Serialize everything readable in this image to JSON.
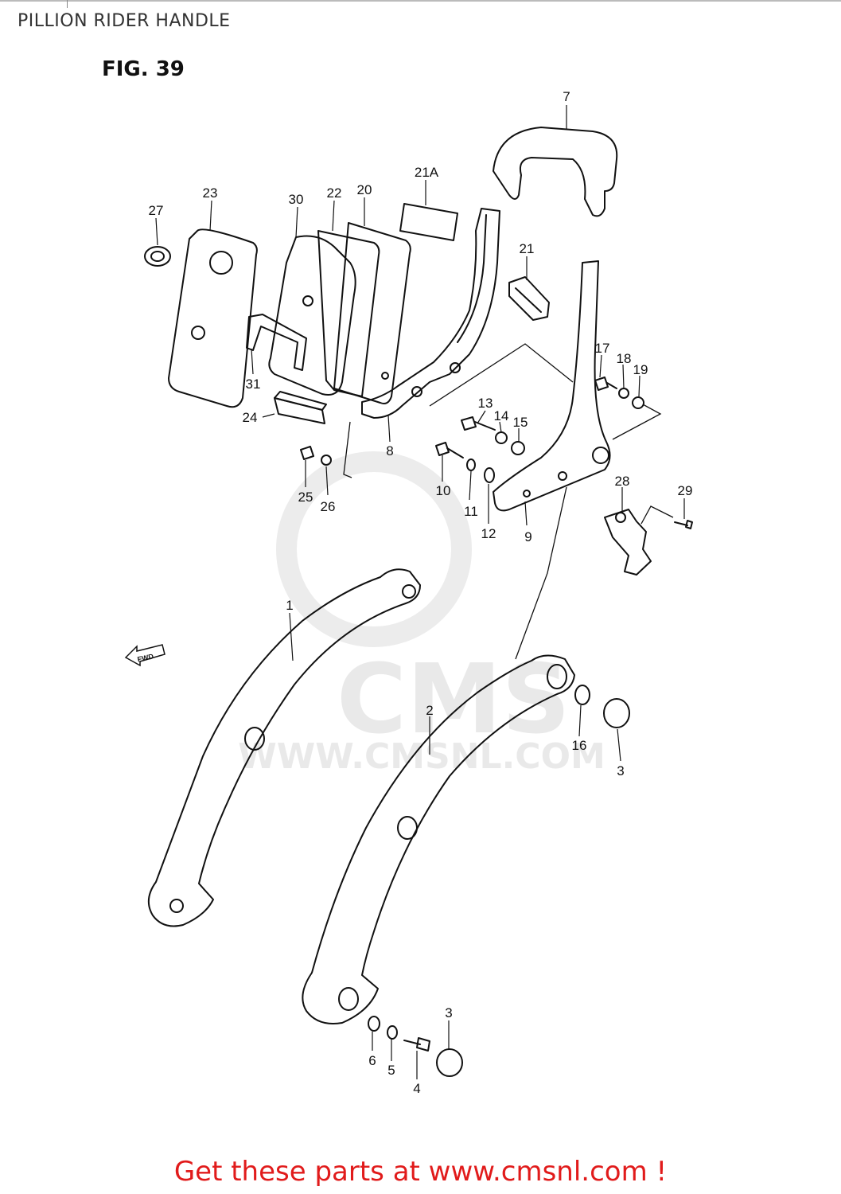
{
  "header": {
    "title": "PILLION RIDER HANDLE"
  },
  "figure": {
    "label": "FIG. 39"
  },
  "watermark": {
    "brand": "CMS",
    "url": "WWW.CMSNL.COM"
  },
  "fwd_arrow": {
    "label": "FWD"
  },
  "callouts": {
    "c1": "1",
    "c2": "2",
    "c3a": "3",
    "c3b": "3",
    "c4": "4",
    "c5": "5",
    "c6": "6",
    "c7": "7",
    "c8": "8",
    "c9": "9",
    "c10": "10",
    "c11": "11",
    "c12": "12",
    "c13": "13",
    "c14": "14",
    "c15": "15",
    "c16": "16",
    "c17": "17",
    "c18": "18",
    "c19": "19",
    "c20": "20",
    "c21": "21",
    "c21a": "21A",
    "c22": "22",
    "c23": "23",
    "c24": "24",
    "c25": "25",
    "c26": "26",
    "c27": "27",
    "c28": "28",
    "c29": "29",
    "c30": "30",
    "c31": "31"
  },
  "footer": {
    "link_text": "Get these parts at www.cmsnl.com !"
  },
  "colors": {
    "line": "#111111",
    "footer": "#e11b1b",
    "watermark": "#e9e9e9"
  }
}
